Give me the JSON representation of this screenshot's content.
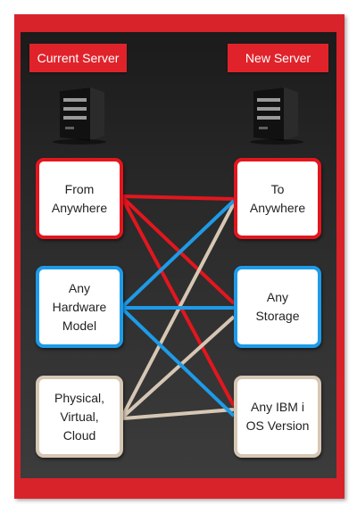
{
  "headers": {
    "current": "Current Server",
    "new": "New Server"
  },
  "icons": {
    "left": "server-tower-icon",
    "right": "server-tower-icon"
  },
  "colors": {
    "red": "#e3161e",
    "blue": "#1e9be8",
    "tan": "#d6c7b4",
    "frame": "#d8232a"
  },
  "sources": [
    {
      "id": "from-anywhere",
      "label": "From\nAnywhere",
      "color": "red"
    },
    {
      "id": "any-hardware-model",
      "label": "Any\nHardware\nModel",
      "color": "blue"
    },
    {
      "id": "physical-virtual-cloud",
      "label": "Physical,\nVirtual,\nCloud",
      "color": "tan"
    }
  ],
  "targets": [
    {
      "id": "to-anywhere",
      "label": "To\nAnywhere",
      "color": "red"
    },
    {
      "id": "any-storage",
      "label": "Any\nStorage",
      "color": "blue"
    },
    {
      "id": "any-ibm-i-os-version",
      "label": "Any IBM i\nOS Version",
      "color": "tan"
    }
  ]
}
